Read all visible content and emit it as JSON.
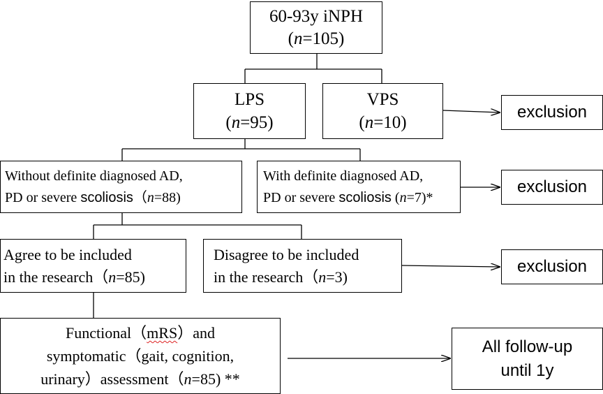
{
  "nodes": {
    "root": {
      "line1": "60-93y iNPH",
      "n_prefix": "(",
      "n_var": "n",
      "n_value": "=105)"
    },
    "lps": {
      "title": "LPS",
      "n_prefix": "(",
      "n_var": "n",
      "n_value": "=95)"
    },
    "vps": {
      "title": "VPS",
      "n_prefix": "(",
      "n_var": "n",
      "n_value": "=10)"
    },
    "without_ad": {
      "line1": "Without definite diagnosed AD,",
      "line2_a": "PD or severe ",
      "line2_b": "scoliosis",
      "line2_c": "（",
      "n_var": "n",
      "n_value": "=88)"
    },
    "with_ad": {
      "line1": "With definite diagnosed AD,",
      "line2_a": "PD or severe ",
      "line2_b": "scoliosis",
      "line2_c": " (",
      "n_var": "n",
      "n_value": "=7)*"
    },
    "agree": {
      "line1": "Agree to be included",
      "line2_a": "in the research（",
      "n_var": "n",
      "n_value": "=85)"
    },
    "disagree": {
      "line1": "Disagree to be included",
      "line2_a": "in the research（",
      "n_var": "n",
      "n_value": "=3)"
    },
    "assessment": {
      "line1_a": "Functional（",
      "line1_b": "mRS",
      "line1_c": "）and",
      "line2": "symptomatic（gait, cognition,",
      "line3_a": "urinary）assessment（",
      "n_var": "n",
      "n_value": "=85) **"
    },
    "exclusion_1": "exclusion",
    "exclusion_2": "exclusion",
    "exclusion_3": "exclusion",
    "followup": {
      "line1": "All follow-up",
      "line2": "until 1y"
    }
  }
}
